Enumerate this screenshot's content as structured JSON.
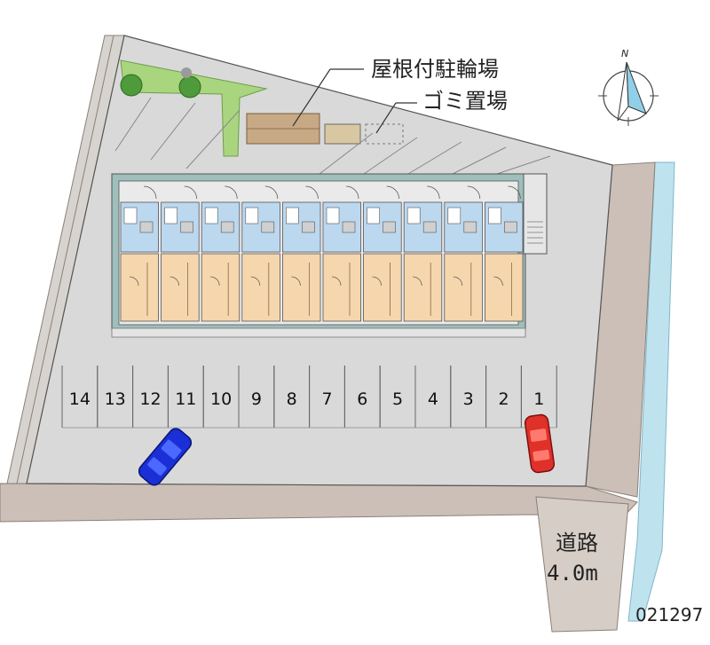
{
  "labels": {
    "covered_bike_parking": "屋根付駐輪場",
    "garbage_area": "ゴミ置場",
    "road_name": "道路",
    "road_width": "4.0m",
    "property_code": "021297"
  },
  "compass": {
    "north_label": "N"
  },
  "parking": {
    "slots": [
      "14",
      "13",
      "12",
      "11",
      "10",
      "9",
      "8",
      "7",
      "6",
      "5",
      "4",
      "3",
      "2",
      "1"
    ]
  },
  "building": {
    "unit_count": 10
  },
  "colors": {
    "ground": "#d9d9d9",
    "road": "#cbbfb7",
    "water": "#bfe3ee",
    "green": "#a9d57f",
    "building_wall": "#9ebfbc",
    "unit_floor": "#f6d6ad",
    "unit_bath": "#bcd8ef",
    "car_blue": "#1a2fd6",
    "car_red": "#e0302a"
  }
}
